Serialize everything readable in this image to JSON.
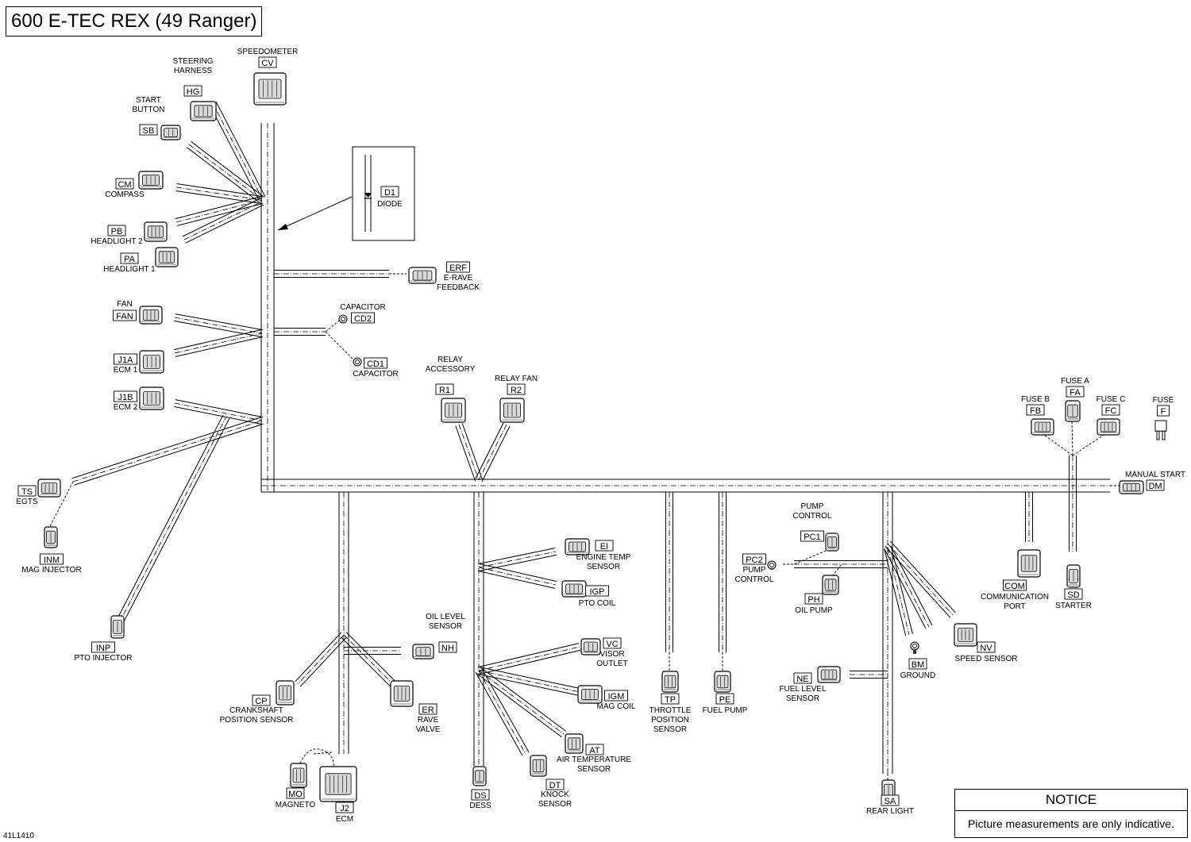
{
  "title": "600 E-TEC REX (49 Ranger)",
  "notice": {
    "heading": "NOTICE",
    "text": "Picture measurements are only indicative."
  },
  "reference": "41L1410",
  "components": [
    {
      "id": "cv",
      "code": "CV",
      "name": [
        "SPEEDOMETER"
      ],
      "icon": "speedometer-connector-icon"
    },
    {
      "id": "hg",
      "code": "HG",
      "name": [
        "STEERING",
        "HARNESS"
      ],
      "icon": "connector-icon"
    },
    {
      "id": "sb",
      "code": "SB",
      "name": [
        "START",
        "BUTTON"
      ],
      "icon": "connector-icon"
    },
    {
      "id": "cm",
      "code": "CM",
      "name": [
        "COMPASS"
      ],
      "icon": "connector-icon"
    },
    {
      "id": "pb",
      "code": "PB",
      "name": [
        "HEADLIGHT 2"
      ],
      "icon": "connector-icon"
    },
    {
      "id": "pa",
      "code": "PA",
      "name": [
        "HEADLIGHT 1"
      ],
      "icon": "connector-icon"
    },
    {
      "id": "d1",
      "code": "D1",
      "name": [
        "DIODE"
      ],
      "icon": "diode-icon"
    },
    {
      "id": "erf",
      "code": "ERF",
      "name": [
        "E-RAVE",
        "FEEDBACK"
      ],
      "icon": "connector-icon"
    },
    {
      "id": "fan",
      "code": "FAN",
      "name": [
        "FAN"
      ],
      "icon": "connector-icon"
    },
    {
      "id": "cd2",
      "code": "CD2",
      "name": [
        "CAPACITOR"
      ],
      "icon": "capacitor-icon"
    },
    {
      "id": "cd1",
      "code": "CD1",
      "name": [
        "CAPACITOR"
      ],
      "icon": "capacitor-icon"
    },
    {
      "id": "j1a",
      "code": "J1A",
      "name": [
        "ECM 1"
      ],
      "icon": "connector-icon"
    },
    {
      "id": "j1b",
      "code": "J1B",
      "name": [
        "ECM 2"
      ],
      "icon": "connector-icon"
    },
    {
      "id": "r1",
      "code": "R1",
      "name": [
        "RELAY",
        "ACCESSORY"
      ],
      "icon": "relay-icon"
    },
    {
      "id": "r2",
      "code": "R2",
      "name": [
        "RELAY FAN"
      ],
      "icon": "relay-icon"
    },
    {
      "id": "fb",
      "code": "FB",
      "name": [
        "FUSE B"
      ],
      "icon": "fuse-holder-icon"
    },
    {
      "id": "fa",
      "code": "FA",
      "name": [
        "FUSE A"
      ],
      "icon": "fuse-holder-icon"
    },
    {
      "id": "fc",
      "code": "FC",
      "name": [
        "FUSE C"
      ],
      "icon": "fuse-holder-icon"
    },
    {
      "id": "f",
      "code": "F",
      "name": [
        "FUSE"
      ],
      "icon": "fuse-icon"
    },
    {
      "id": "dm",
      "code": "DM",
      "name": [
        "MANUAL START"
      ],
      "icon": "connector-icon"
    },
    {
      "id": "ts",
      "code": "TS",
      "name": [
        "EGTS"
      ],
      "icon": "connector-icon"
    },
    {
      "id": "inm",
      "code": "INM",
      "name": [
        "MAG INJECTOR"
      ],
      "icon": "connector-icon"
    },
    {
      "id": "inp",
      "code": "INP",
      "name": [
        "PTO INJECTOR"
      ],
      "icon": "connector-icon"
    },
    {
      "id": "ei",
      "code": "EI",
      "name": [
        "ENGINE TEMP",
        "SENSOR"
      ],
      "icon": "connector-icon"
    },
    {
      "id": "igp",
      "code": "IGP",
      "name": [
        "PTO COIL"
      ],
      "icon": "connector-icon"
    },
    {
      "id": "nh",
      "code": "NH",
      "name": [
        "OIL LEVEL",
        "SENSOR"
      ],
      "icon": "connector-icon"
    },
    {
      "id": "vc",
      "code": "VC",
      "name": [
        "VISOR",
        "OUTLET"
      ],
      "icon": "connector-icon"
    },
    {
      "id": "igm",
      "code": "IGM",
      "name": [
        "MAG COIL"
      ],
      "icon": "connector-icon"
    },
    {
      "id": "at",
      "code": "AT",
      "name": [
        "AIR TEMPERATURE",
        "SENSOR"
      ],
      "icon": "connector-icon"
    },
    {
      "id": "dt",
      "code": "DT",
      "name": [
        "KNOCK",
        "SENSOR"
      ],
      "icon": "connector-icon"
    },
    {
      "id": "ds",
      "code": "DS",
      "name": [
        "DESS"
      ],
      "icon": "connector-icon"
    },
    {
      "id": "cp",
      "code": "CP",
      "name": [
        "CRANKSHAFT",
        "POSITION SENSOR"
      ],
      "icon": "connector-icon"
    },
    {
      "id": "er",
      "code": "ER",
      "name": [
        "RAVE",
        "VALVE"
      ],
      "icon": "connector-icon"
    },
    {
      "id": "mo",
      "code": "MO",
      "name": [
        "MAGNETO"
      ],
      "icon": "connector-icon"
    },
    {
      "id": "j2",
      "code": "J2",
      "name": [
        "ECM"
      ],
      "icon": "ecm-connector-icon"
    },
    {
      "id": "tp",
      "code": "TP",
      "name": [
        "THROTTLE",
        "POSITION",
        "SENSOR"
      ],
      "icon": "connector-icon"
    },
    {
      "id": "pe",
      "code": "PE",
      "name": [
        "FUEL PUMP"
      ],
      "icon": "connector-icon"
    },
    {
      "id": "pc1",
      "code": "PC1",
      "name": [
        "PUMP",
        "CONTROL"
      ],
      "icon": "connector-icon"
    },
    {
      "id": "pc2",
      "code": "PC2",
      "name": [
        "PUMP",
        "CONTROL"
      ],
      "icon": "ring-terminal-icon"
    },
    {
      "id": "ph",
      "code": "PH",
      "name": [
        "OIL PUMP"
      ],
      "icon": "connector-icon"
    },
    {
      "id": "ne",
      "code": "NE",
      "name": [
        "FUEL LEVEL",
        "SENSOR"
      ],
      "icon": "connector-icon"
    },
    {
      "id": "bm",
      "code": "BM",
      "name": [
        "GROUND"
      ],
      "icon": "ring-terminal-icon"
    },
    {
      "id": "nv",
      "code": "NV",
      "name": [
        "SPEED SENSOR"
      ],
      "icon": "connector-icon"
    },
    {
      "id": "com",
      "code": "COM",
      "name": [
        "COMMUNICATION",
        "PORT"
      ],
      "icon": "connector-icon"
    },
    {
      "id": "sd",
      "code": "SD",
      "name": [
        "STARTER"
      ],
      "icon": "connector-icon"
    },
    {
      "id": "sa",
      "code": "SA",
      "name": [
        "REAR LIGHT"
      ],
      "icon": "connector-icon"
    }
  ]
}
